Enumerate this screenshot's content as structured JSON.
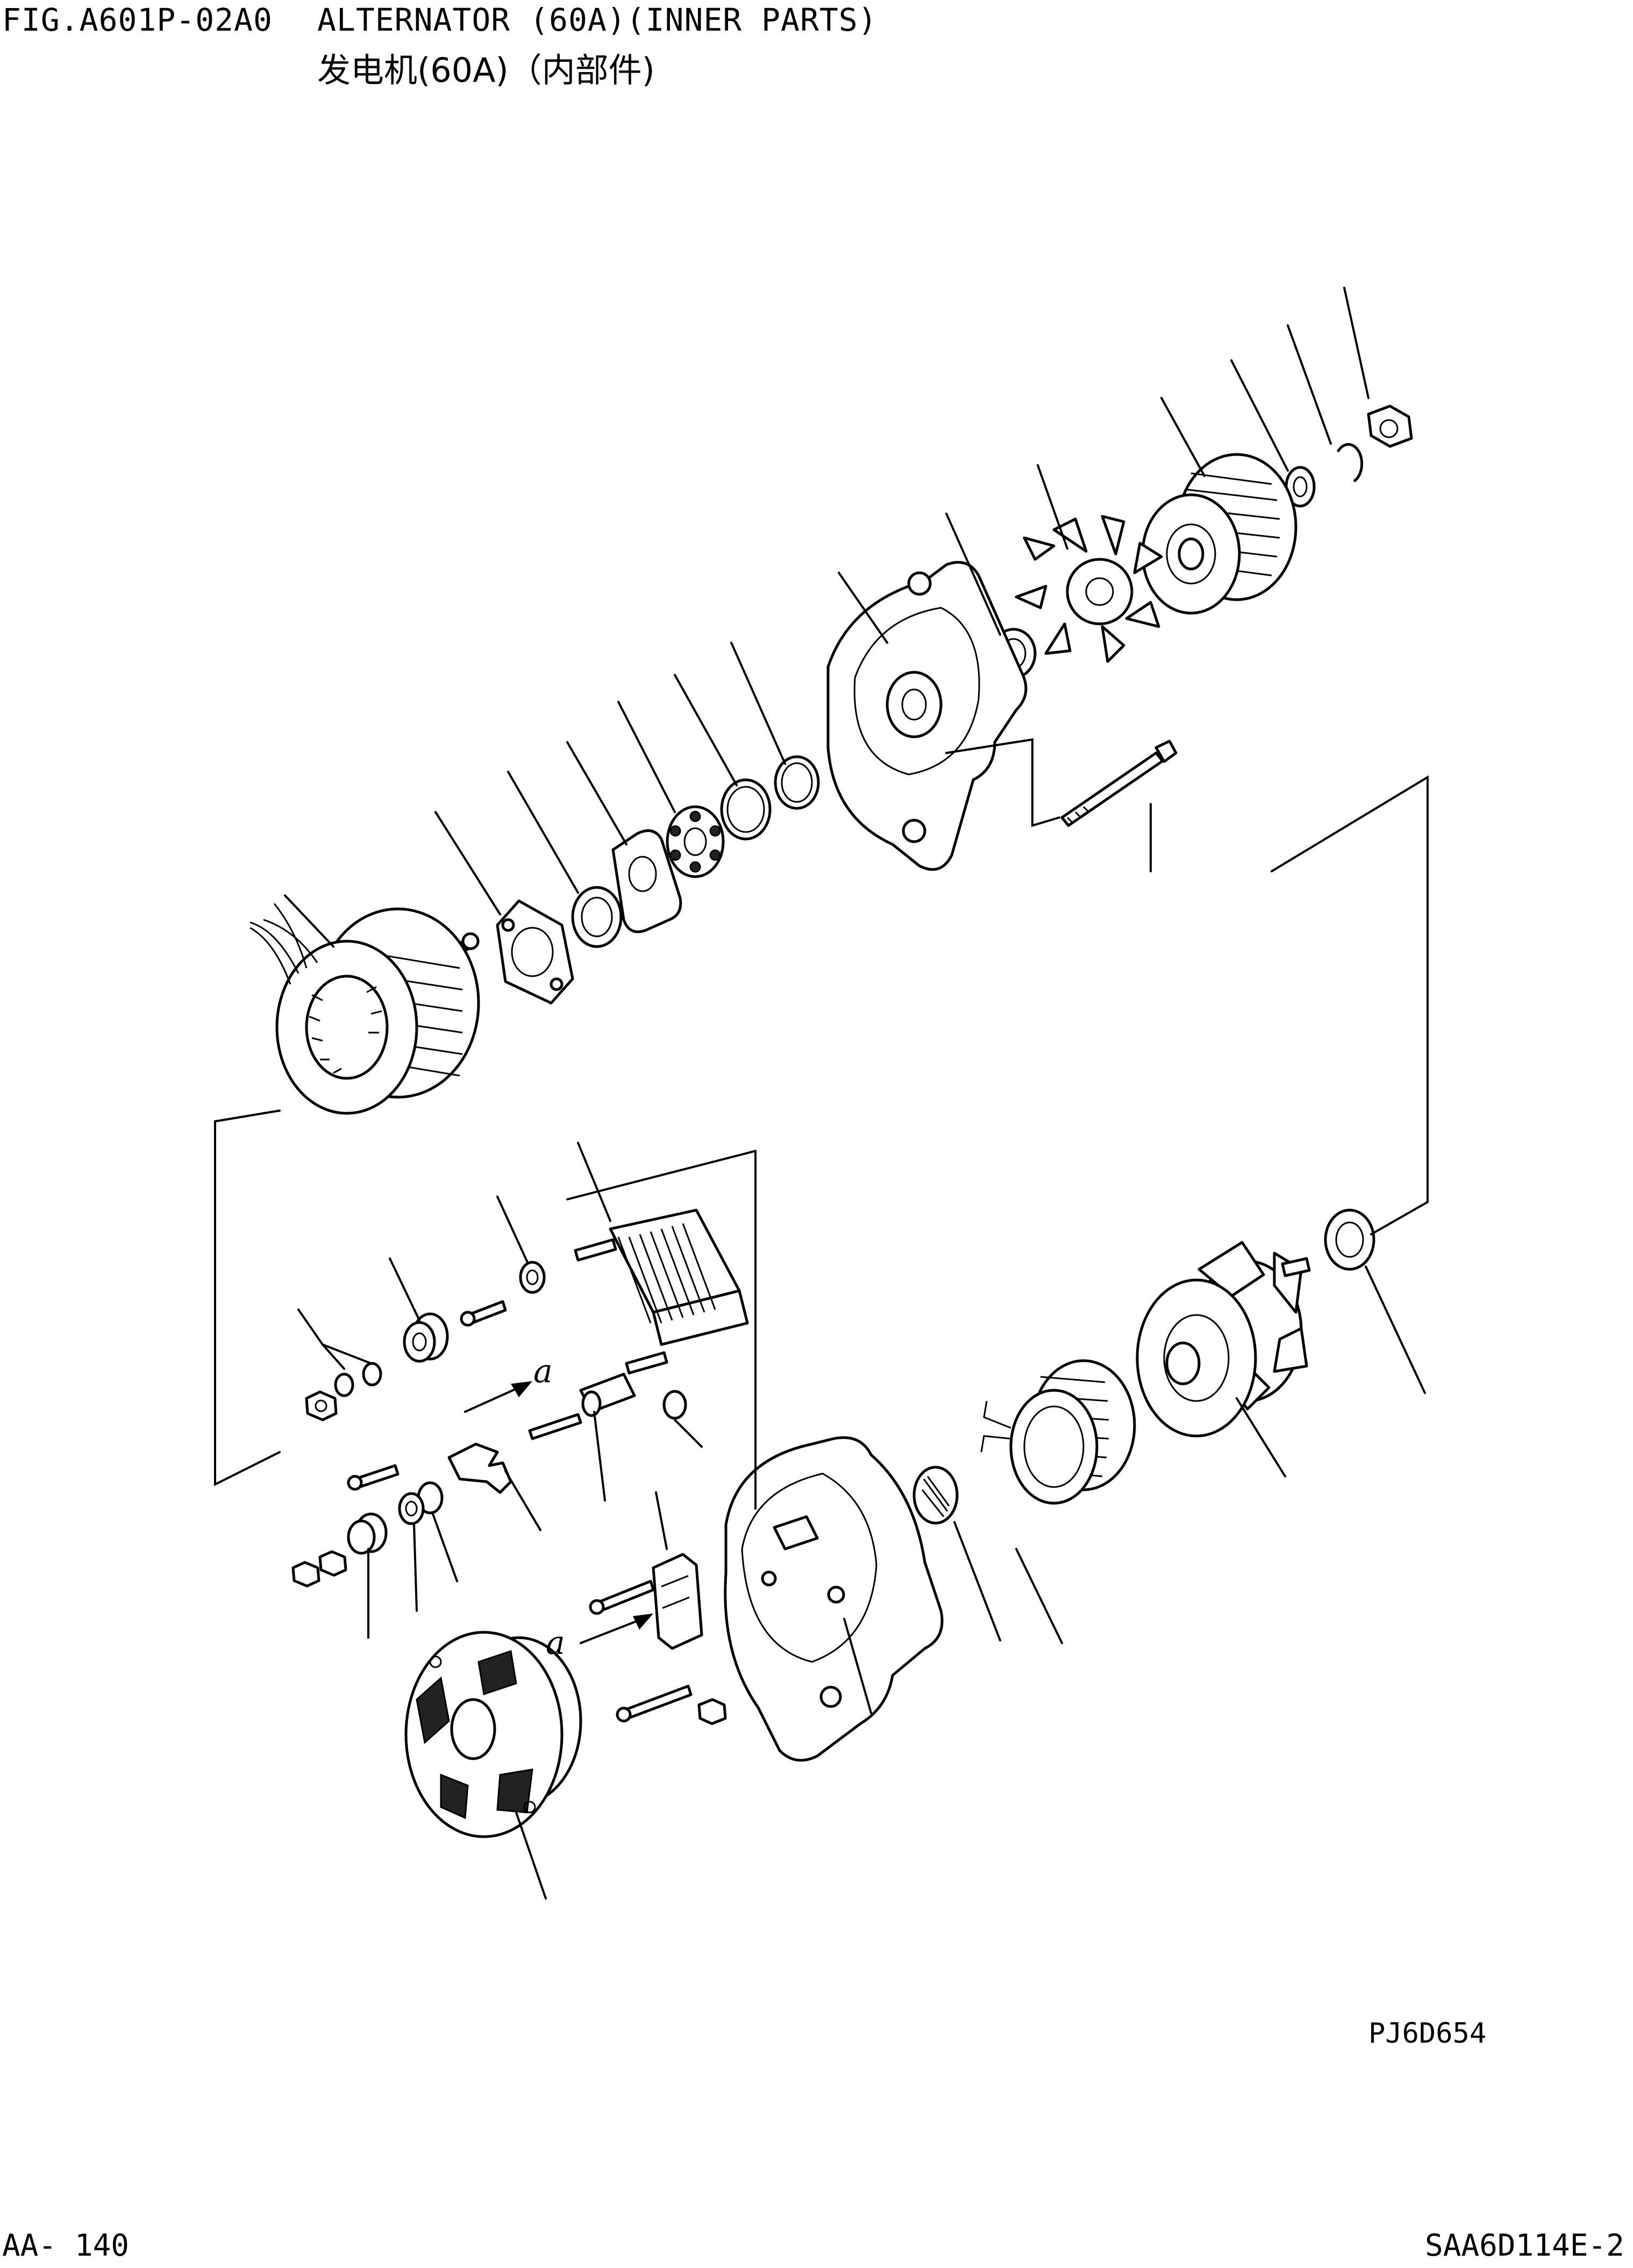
{
  "header": {
    "fig_code": "FIG.A601P-02A0",
    "title_en": "ALTERNATOR (60A)(INNER PARTS)",
    "title_zh": "发电机(60A)（内部件)"
  },
  "diagram": {
    "drawing_id": "PJ6D654",
    "arrow_labels": [
      "a",
      "a"
    ]
  },
  "footer": {
    "page_no": "AA- 140",
    "model_code": "SAA6D114E-2"
  }
}
